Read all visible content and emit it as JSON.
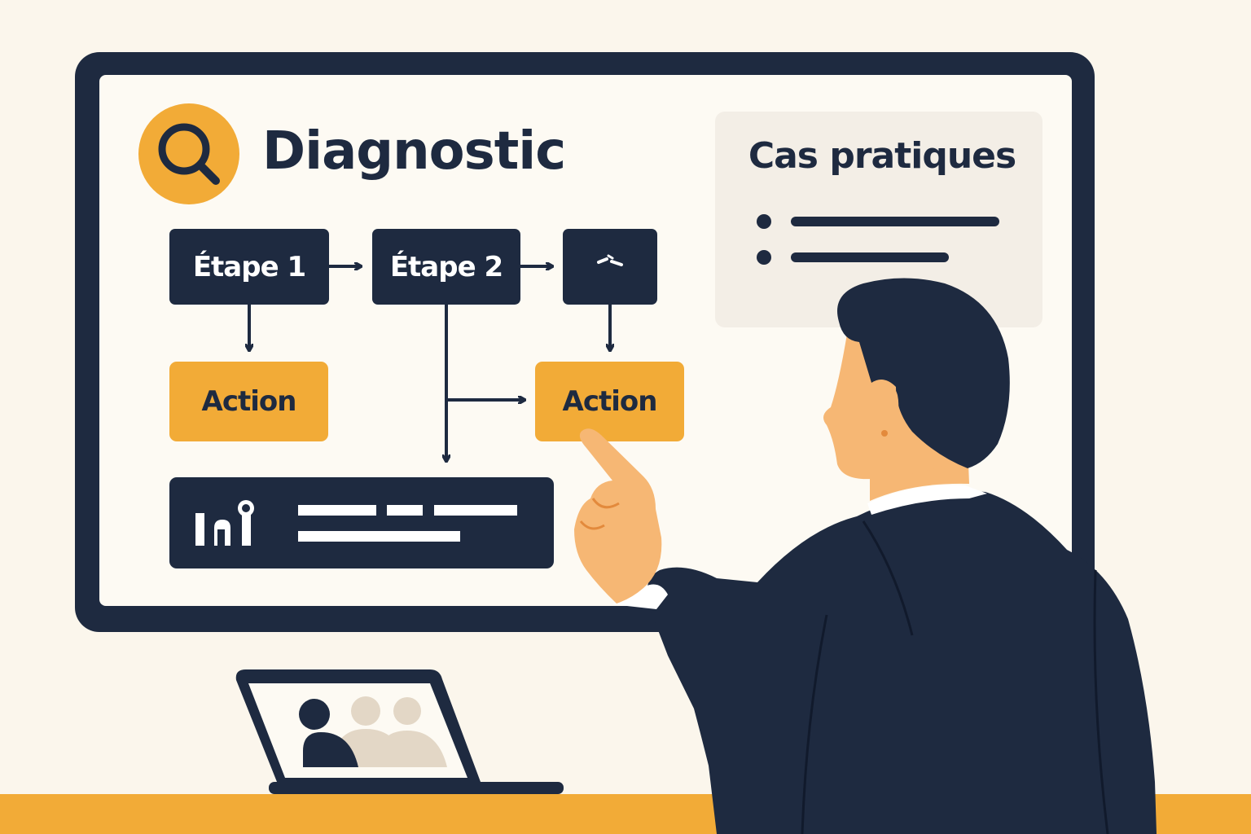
{
  "title": "Diagnostic",
  "flow": {
    "step1": "Étape 1",
    "step2": "Étape 2",
    "action1": "Action",
    "action2": "Action"
  },
  "side_panel": {
    "title": "Cas pratiques"
  },
  "colors": {
    "navy": "#1E2A40",
    "orange": "#F2AB37",
    "cream": "#FBF6EC",
    "skin": "#F6B774"
  },
  "icons": {
    "title_icon": "search-icon",
    "panel_icon": "bar-chart-icon",
    "laptop_icon": "video-call-people-icon"
  }
}
